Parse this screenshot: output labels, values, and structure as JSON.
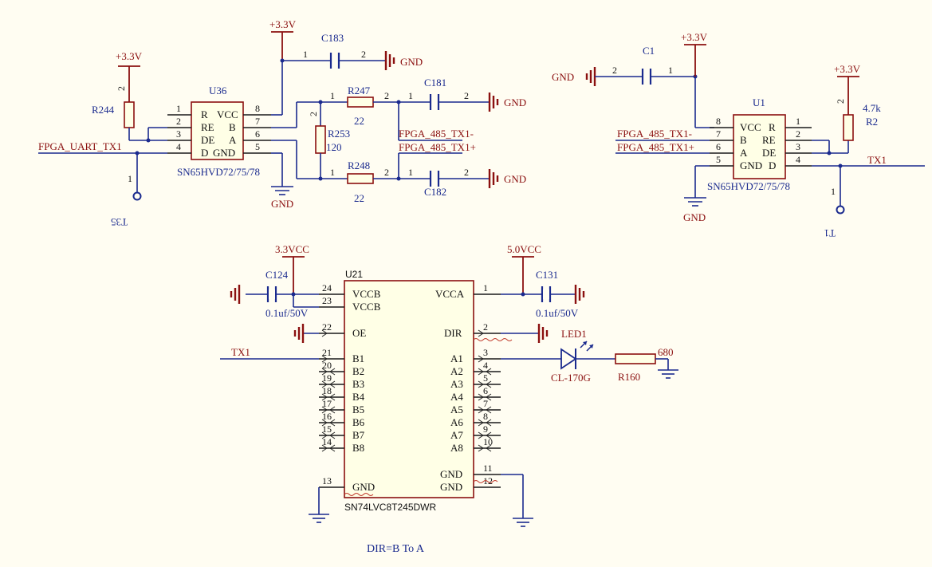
{
  "rails": {
    "v33": "+3.3V",
    "gnd": "GND",
    "v33vcc": "3.3VCC",
    "v50vcc": "5.0VCC"
  },
  "nets": {
    "fpga_uart_tx1": "FPGA_UART_TX1",
    "fpga_485_tx1_n": "FPGA_485_TX1-",
    "fpga_485_tx1_p": "FPGA_485_TX1+",
    "tx1": "TX1"
  },
  "u36": {
    "ref": "U36",
    "part": "SN65HVD72/75/78",
    "pins_left": [
      {
        "num": "1",
        "name": "R"
      },
      {
        "num": "2",
        "name": "RE"
      },
      {
        "num": "3",
        "name": "DE"
      },
      {
        "num": "4",
        "name": "D"
      }
    ],
    "pins_right": [
      {
        "num": "8",
        "name": "VCC"
      },
      {
        "num": "7",
        "name": "B"
      },
      {
        "num": "6",
        "name": "A"
      },
      {
        "num": "5",
        "name": "GND"
      }
    ]
  },
  "u1": {
    "ref": "U1",
    "part": "SN65HVD72/75/78",
    "pins_left": [
      {
        "num": "8",
        "name": "VCC"
      },
      {
        "num": "7",
        "name": "B"
      },
      {
        "num": "6",
        "name": "A"
      },
      {
        "num": "5",
        "name": "GND"
      }
    ],
    "pins_right": [
      {
        "num": "1",
        "name": "R"
      },
      {
        "num": "2",
        "name": "RE"
      },
      {
        "num": "3",
        "name": "DE"
      },
      {
        "num": "4",
        "name": "D"
      }
    ]
  },
  "u21": {
    "ref": "U21",
    "part": "SN74LVC8T245DWR",
    "left": [
      {
        "num": "24",
        "name": "VCCB"
      },
      {
        "num": "23",
        "name": "VCCB"
      },
      {
        "num": "22",
        "name": "OE"
      },
      {
        "num": "21",
        "name": "B1"
      },
      {
        "num": "20",
        "name": "B2"
      },
      {
        "num": "19",
        "name": "B3"
      },
      {
        "num": "18",
        "name": "B4"
      },
      {
        "num": "17",
        "name": "B5"
      },
      {
        "num": "16",
        "name": "B6"
      },
      {
        "num": "15",
        "name": "B7"
      },
      {
        "num": "14",
        "name": "B8"
      },
      {
        "num": "13",
        "name": "GND"
      }
    ],
    "right": [
      {
        "num": "1",
        "name": "VCCA"
      },
      {
        "num": "2",
        "name": "DIR"
      },
      {
        "num": "3",
        "name": "A1"
      },
      {
        "num": "4",
        "name": "A2"
      },
      {
        "num": "5",
        "name": "A3"
      },
      {
        "num": "6",
        "name": "A4"
      },
      {
        "num": "7",
        "name": "A5"
      },
      {
        "num": "8",
        "name": "A6"
      },
      {
        "num": "9",
        "name": "A7"
      },
      {
        "num": "10",
        "name": "A8"
      },
      {
        "num": "11",
        "name": "GND"
      },
      {
        "num": "12",
        "name": "GND"
      }
    ]
  },
  "components": {
    "r244": {
      "ref": "R244",
      "pin": "2"
    },
    "r247": {
      "ref": "R247",
      "value": "22",
      "pin1": "1",
      "pin2": "2"
    },
    "r248": {
      "ref": "R248",
      "value": "22",
      "pin1": "1",
      "pin2": "2"
    },
    "r253": {
      "ref": "R253",
      "value": "120",
      "pin1": "1",
      "pin2": "2"
    },
    "r2": {
      "ref": "R2",
      "value": "4.7k",
      "pin": "2"
    },
    "r160": {
      "ref": "R160",
      "value": "680"
    },
    "c183": {
      "ref": "C183",
      "pin1": "1",
      "pin2": "2"
    },
    "c181": {
      "ref": "C181",
      "pin1": "1",
      "pin2": "2"
    },
    "c182": {
      "ref": "C182",
      "pin1": "1",
      "pin2": "2"
    },
    "c1": {
      "ref": "C1",
      "pin1": "1",
      "pin2": "2"
    },
    "c124": {
      "ref": "C124",
      "value": "0.1uf/50V"
    },
    "c131": {
      "ref": "C131",
      "value": "0.1uf/50V"
    },
    "led1": {
      "ref": "LED1",
      "part": "CL-170G"
    },
    "tp35": {
      "ref": "T35",
      "pin": "1"
    },
    "tp1": {
      "ref": "T1",
      "pin": "1"
    }
  },
  "note": "DIR=B To  A"
}
